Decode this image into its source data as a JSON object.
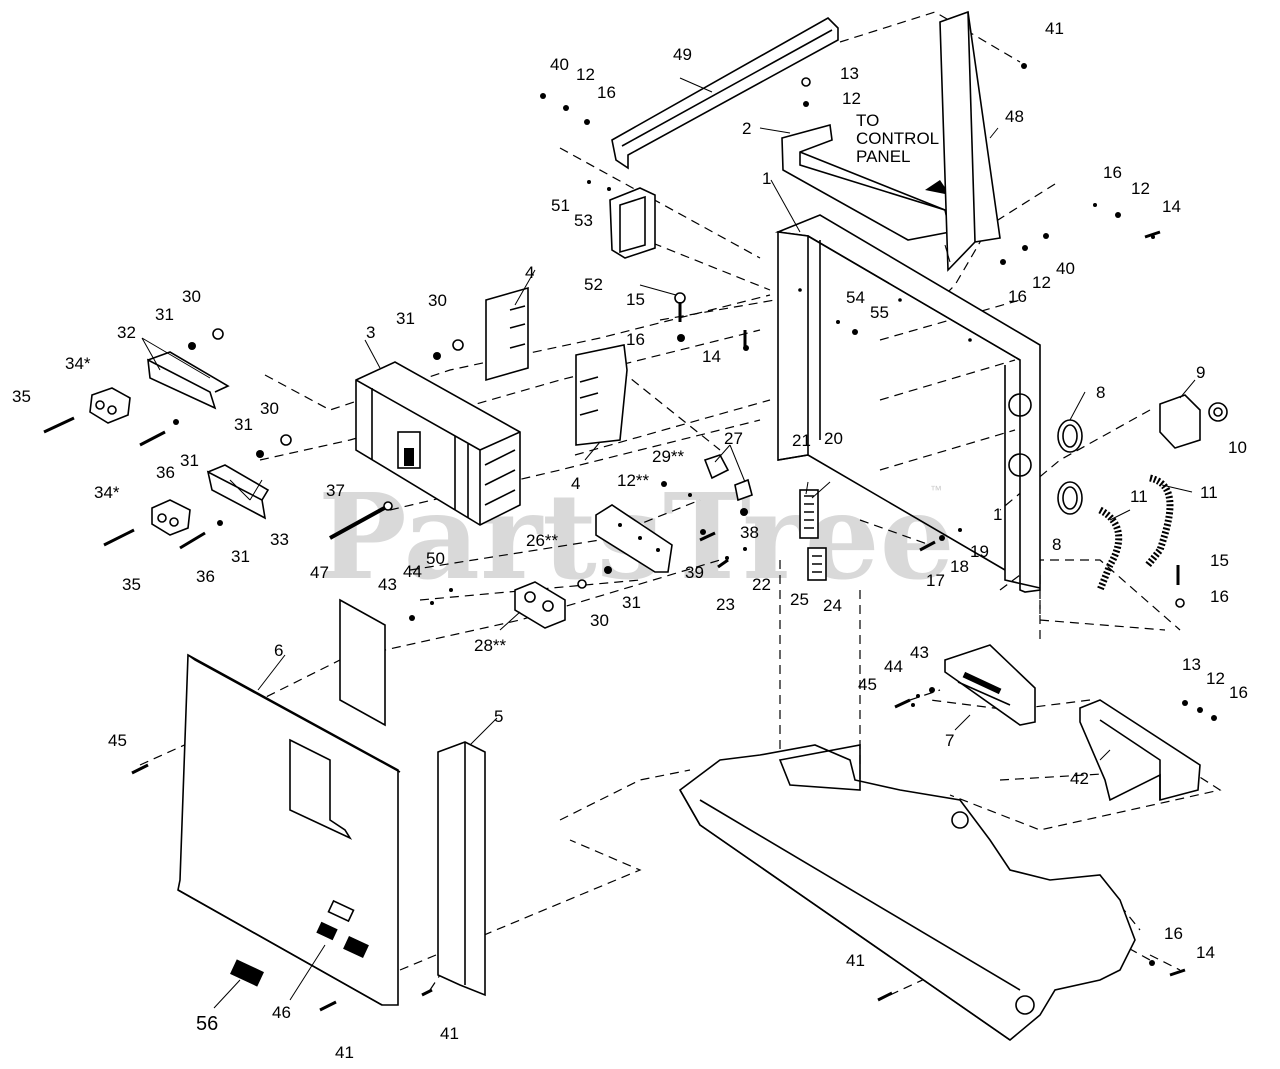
{
  "watermark": "PartsTree",
  "watermark_mark": "™",
  "note": {
    "line1": "TO",
    "line2": "CONTROL",
    "line3": "PANEL"
  },
  "callouts": [
    {
      "id": "c1",
      "text": "1"
    },
    {
      "id": "c1b",
      "text": "1"
    },
    {
      "id": "c2",
      "text": "2"
    },
    {
      "id": "c3",
      "text": "3"
    },
    {
      "id": "c4a",
      "text": "4"
    },
    {
      "id": "c4b",
      "text": "4"
    },
    {
      "id": "c5",
      "text": "5"
    },
    {
      "id": "c6",
      "text": "6"
    },
    {
      "id": "c7",
      "text": "7"
    },
    {
      "id": "c8a",
      "text": "8"
    },
    {
      "id": "c8b",
      "text": "8"
    },
    {
      "id": "c9",
      "text": "9"
    },
    {
      "id": "c10",
      "text": "10"
    },
    {
      "id": "c11a",
      "text": "11"
    },
    {
      "id": "c11b",
      "text": "11"
    },
    {
      "id": "c12a",
      "text": "12"
    },
    {
      "id": "c12b",
      "text": "12"
    },
    {
      "id": "c12c",
      "text": "12"
    },
    {
      "id": "c12d",
      "text": "12"
    },
    {
      "id": "c12e",
      "text": "12"
    },
    {
      "id": "c12f",
      "text": "12**"
    },
    {
      "id": "c13a",
      "text": "13"
    },
    {
      "id": "c13b",
      "text": "13"
    },
    {
      "id": "c14a",
      "text": "14"
    },
    {
      "id": "c14b",
      "text": "14"
    },
    {
      "id": "c14c",
      "text": "14"
    },
    {
      "id": "c15a",
      "text": "15"
    },
    {
      "id": "c15b",
      "text": "15"
    },
    {
      "id": "c16a",
      "text": "16"
    },
    {
      "id": "c16b",
      "text": "16"
    },
    {
      "id": "c16c",
      "text": "16"
    },
    {
      "id": "c16d",
      "text": "16"
    },
    {
      "id": "c16e",
      "text": "16"
    },
    {
      "id": "c16f",
      "text": "16"
    },
    {
      "id": "c16g",
      "text": "16"
    },
    {
      "id": "c17",
      "text": "17"
    },
    {
      "id": "c18",
      "text": "18"
    },
    {
      "id": "c19",
      "text": "19"
    },
    {
      "id": "c20",
      "text": "20"
    },
    {
      "id": "c21",
      "text": "21"
    },
    {
      "id": "c22",
      "text": "22"
    },
    {
      "id": "c23",
      "text": "23"
    },
    {
      "id": "c24",
      "text": "24"
    },
    {
      "id": "c25",
      "text": "25"
    },
    {
      "id": "c26",
      "text": "26**"
    },
    {
      "id": "c27",
      "text": "27"
    },
    {
      "id": "c28",
      "text": "28**"
    },
    {
      "id": "c29",
      "text": "29**"
    },
    {
      "id": "c30a",
      "text": "30"
    },
    {
      "id": "c30b",
      "text": "30"
    },
    {
      "id": "c30c",
      "text": "30"
    },
    {
      "id": "c30d",
      "text": "30"
    },
    {
      "id": "c31a",
      "text": "31"
    },
    {
      "id": "c31b",
      "text": "31"
    },
    {
      "id": "c31c",
      "text": "31"
    },
    {
      "id": "c31d",
      "text": "31"
    },
    {
      "id": "c31e",
      "text": "31"
    },
    {
      "id": "c31f",
      "text": "31"
    },
    {
      "id": "c32",
      "text": "32"
    },
    {
      "id": "c33",
      "text": "33"
    },
    {
      "id": "c34a",
      "text": "34*"
    },
    {
      "id": "c34b",
      "text": "34*"
    },
    {
      "id": "c35a",
      "text": "35"
    },
    {
      "id": "c35b",
      "text": "35"
    },
    {
      "id": "c36a",
      "text": "36"
    },
    {
      "id": "c36b",
      "text": "36"
    },
    {
      "id": "c37",
      "text": "37"
    },
    {
      "id": "c38",
      "text": "38"
    },
    {
      "id": "c39",
      "text": "39"
    },
    {
      "id": "c40a",
      "text": "40"
    },
    {
      "id": "c40b",
      "text": "40"
    },
    {
      "id": "c41a",
      "text": "41"
    },
    {
      "id": "c41b",
      "text": "41"
    },
    {
      "id": "c41c",
      "text": "41"
    },
    {
      "id": "c41d",
      "text": "41"
    },
    {
      "id": "c42",
      "text": "42"
    },
    {
      "id": "c43a",
      "text": "43"
    },
    {
      "id": "c43b",
      "text": "43"
    },
    {
      "id": "c44a",
      "text": "44"
    },
    {
      "id": "c44b",
      "text": "44"
    },
    {
      "id": "c45a",
      "text": "45"
    },
    {
      "id": "c45b",
      "text": "45"
    },
    {
      "id": "c46",
      "text": "46"
    },
    {
      "id": "c47",
      "text": "47"
    },
    {
      "id": "c48",
      "text": "48"
    },
    {
      "id": "c49",
      "text": "49"
    },
    {
      "id": "c50",
      "text": "50"
    },
    {
      "id": "c51",
      "text": "51"
    },
    {
      "id": "c52",
      "text": "52"
    },
    {
      "id": "c53",
      "text": "53"
    },
    {
      "id": "c54",
      "text": "54"
    },
    {
      "id": "c55",
      "text": "55"
    },
    {
      "id": "c56",
      "text": "56"
    }
  ]
}
